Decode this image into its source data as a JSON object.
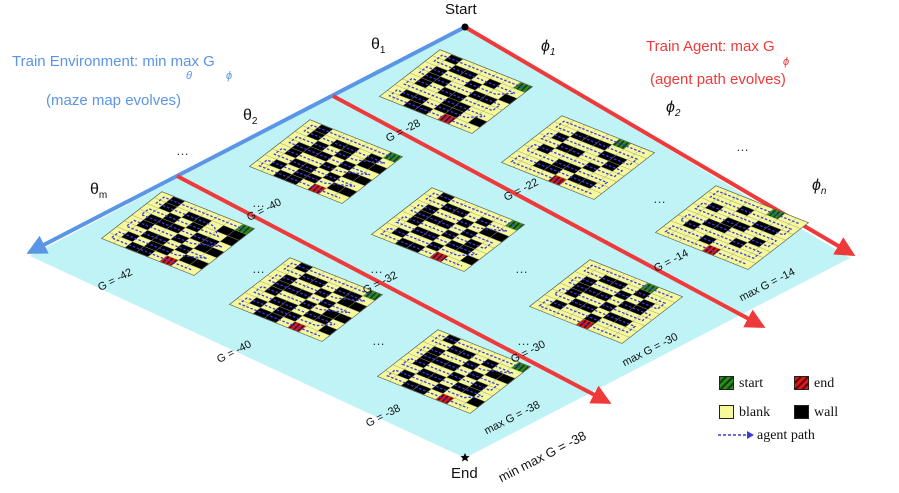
{
  "labels": {
    "start": "Start",
    "end": "End",
    "train_env_main": "Train Environment: min max G",
    "train_env_sub1": "θ",
    "train_env_sub2": "ϕ",
    "train_env_note": "(maze map evolves)",
    "train_agent_main": "Train Agent: max G",
    "train_agent_sub": "ϕ",
    "train_agent_note": "(agent path evolves)",
    "theta": "θ",
    "phi": "ϕ",
    "idx_1": "1",
    "idx_2": "2",
    "idx_m": "m",
    "idx_n": "n",
    "ellipsis": "…",
    "max_g_row1": "max G = -14",
    "max_g_row2": "max G = -30",
    "max_g_row3": "max G = -38",
    "min_max_g": "min max G = -38"
  },
  "mazes": [
    {
      "g": "G = -28",
      "grid": [
        "0100000S",
        "00110100",
        "01001001",
        "01100110",
        "01011000",
        "00001100",
        "01101101",
        "00110E00"
      ]
    },
    {
      "g": "G = -22",
      "grid": [
        "00000S00",
        "00111000",
        "01000110",
        "00110010",
        "01000100",
        "00011000",
        "00110110",
        "0000E000"
      ]
    },
    {
      "g": "G = -14",
      "grid": [
        "00000S00",
        "00010000",
        "01000110",
        "00011000",
        "00110010",
        "01000100",
        "00010000",
        "0000E000"
      ]
    },
    {
      "g": "G = -40",
      "grid": [
        "0100000S",
        "01011010",
        "00101011",
        "01110100",
        "01001011",
        "00110100",
        "01011011",
        "00110E00"
      ]
    },
    {
      "g": "G = -32",
      "grid": [
        "0100000S",
        "00110100",
        "01001011",
        "01110100",
        "01001010",
        "00110110",
        "01001001",
        "00110E00"
      ]
    },
    {
      "g": "G = -30",
      "grid": [
        "00000S00",
        "00110100",
        "01001010",
        "01110110",
        "01001000",
        "00110110",
        "01001000",
        "0000E000"
      ]
    },
    {
      "g": "G = -42",
      "grid": [
        "0100000S",
        "01011011",
        "00101001",
        "01110110",
        "01001011",
        "00110100",
        "01011011",
        "00110E00"
      ]
    },
    {
      "g": "G = -40",
      "grid": [
        "0100000S",
        "00110110",
        "01001011",
        "01110100",
        "01001011",
        "00110110",
        "01011001",
        "00110E00"
      ]
    },
    {
      "g": "G = -38",
      "grid": [
        "0100000S",
        "00110100",
        "01001011",
        "01110100",
        "01001010",
        "00110110",
        "01001001",
        "00110E00"
      ]
    }
  ],
  "legend": {
    "start": "start",
    "end": "end",
    "blank": "blank",
    "wall": "wall",
    "agent_path": "agent path"
  },
  "colors": {
    "plane": "#bff3f6",
    "blue_arrow": "#5b95e6",
    "red_arrow": "#ee3a3a",
    "blank": "#f6f99a",
    "wall": "#000000",
    "start": "#2e8b1f",
    "end": "#d81b1b",
    "path": "#3a3adb"
  }
}
